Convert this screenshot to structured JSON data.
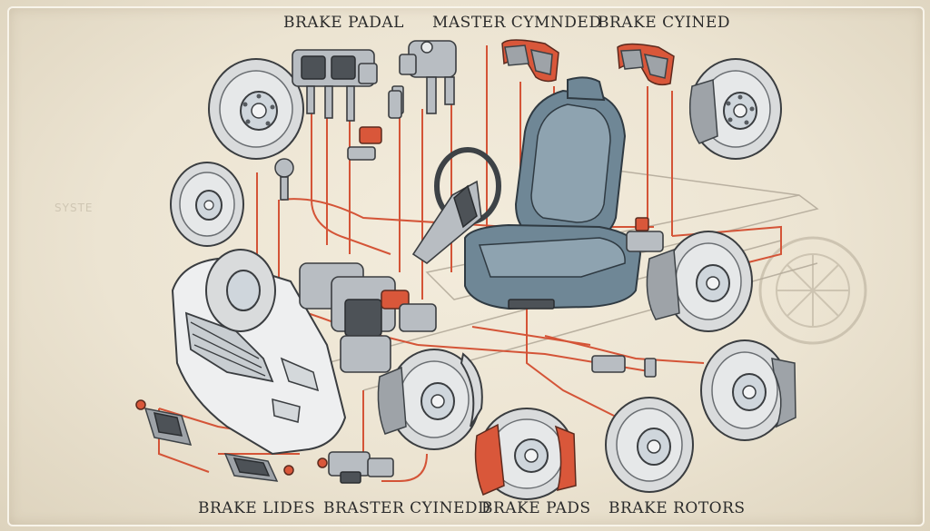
{
  "labels": {
    "top_left": "BRAKE PADAL",
    "top_center": "MASTER CYMNDED",
    "top_right": "BRAKE CYINED",
    "bottom_1": "BRAKE LIDES",
    "bottom_2": "BRASTER CYINEDD",
    "bottom_3": "BRAKE PADS",
    "bottom_4": "BRAKE ROTORS",
    "ghost": "SYSTE"
  },
  "colors": {
    "brake_line": "#d45437",
    "caliper": "#d9573a",
    "rotor": "#d9dbdc",
    "seat": "#6f8796",
    "background": "#ece4d2"
  },
  "icons": [
    "brake-rotor-icon",
    "brake-caliper-icon",
    "brake-pad-icon",
    "master-cylinder-icon",
    "brake-pedal-icon",
    "steering-wheel-icon",
    "seat-icon",
    "car-front-icon",
    "wheel-icon"
  ]
}
